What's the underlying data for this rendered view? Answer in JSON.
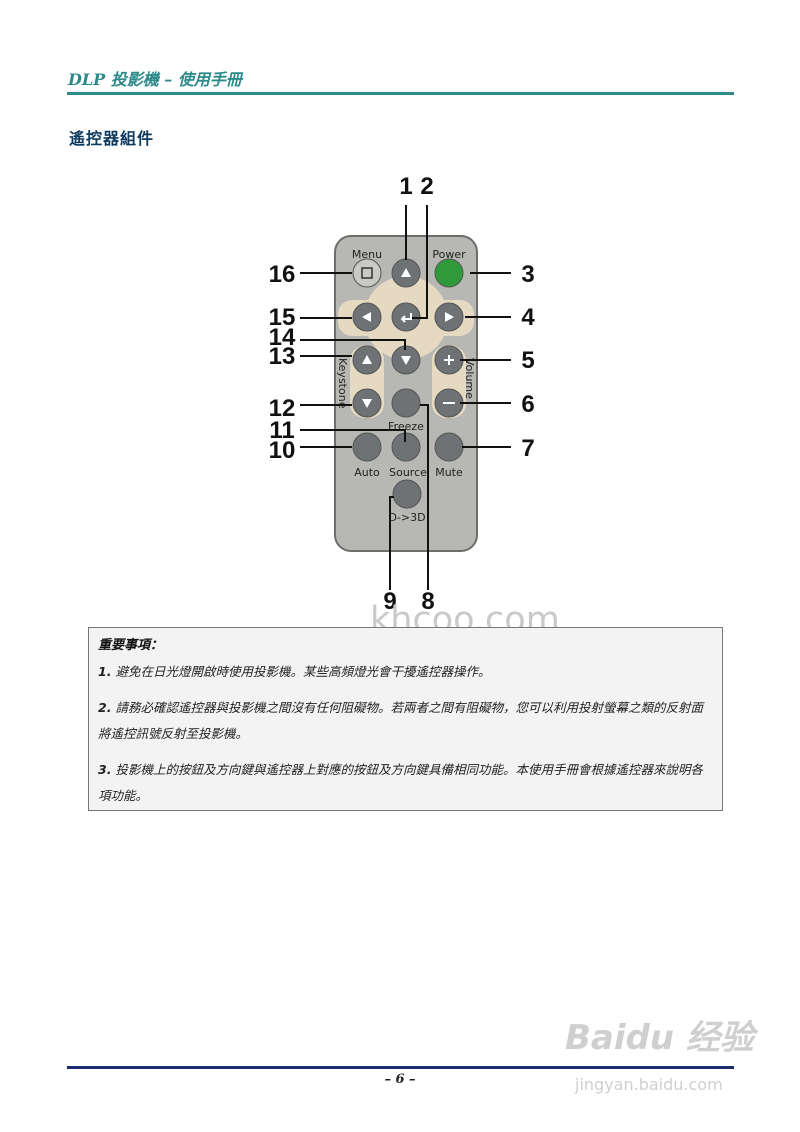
{
  "header": {
    "title": "DLP 投影機 – 使用手冊"
  },
  "section_title": "遙控器組件",
  "remote": {
    "button_labels": {
      "menu": "Menu",
      "power": "Power",
      "keystone": "Keystone",
      "volume": "Volume",
      "freeze": "Freeze",
      "auto": "Auto",
      "source": "Source",
      "mute": "Mute",
      "d3d": "D->3D"
    },
    "callouts": [
      "1",
      "2",
      "3",
      "4",
      "5",
      "6",
      "7",
      "8",
      "9",
      "10",
      "11",
      "12",
      "13",
      "14",
      "15",
      "16"
    ],
    "colors": {
      "body": "#b7b8b3",
      "button": "#6e7274",
      "power": "#2e9a3a",
      "dpad_bg": "#e5d9c2"
    }
  },
  "note": {
    "title": "重要事項：",
    "items": [
      {
        "num": "1.",
        "text": "避免在日光燈開啟時使用投影機。某些高頻燈光會干擾遙控器操作。"
      },
      {
        "num": "2.",
        "text": "請務必確認遙控器與投影機之間沒有任何阻礙物。若兩者之間有阻礙物，您可以利用投射螢幕之類的反射面將遙控訊號反射至投影機。"
      },
      {
        "num": "3.",
        "text": "投影機上的按鈕及方向鍵與遙控器上對應的按鈕及方向鍵具備相同功能。本使用手冊會根據遙控器來說明各項功能。"
      }
    ]
  },
  "watermarks": {
    "top": "khcoo.com",
    "baidu": "Baidu 经验",
    "baidu_sub": "jingyan.baidu.com"
  },
  "footer": {
    "page": "– 6 –"
  }
}
